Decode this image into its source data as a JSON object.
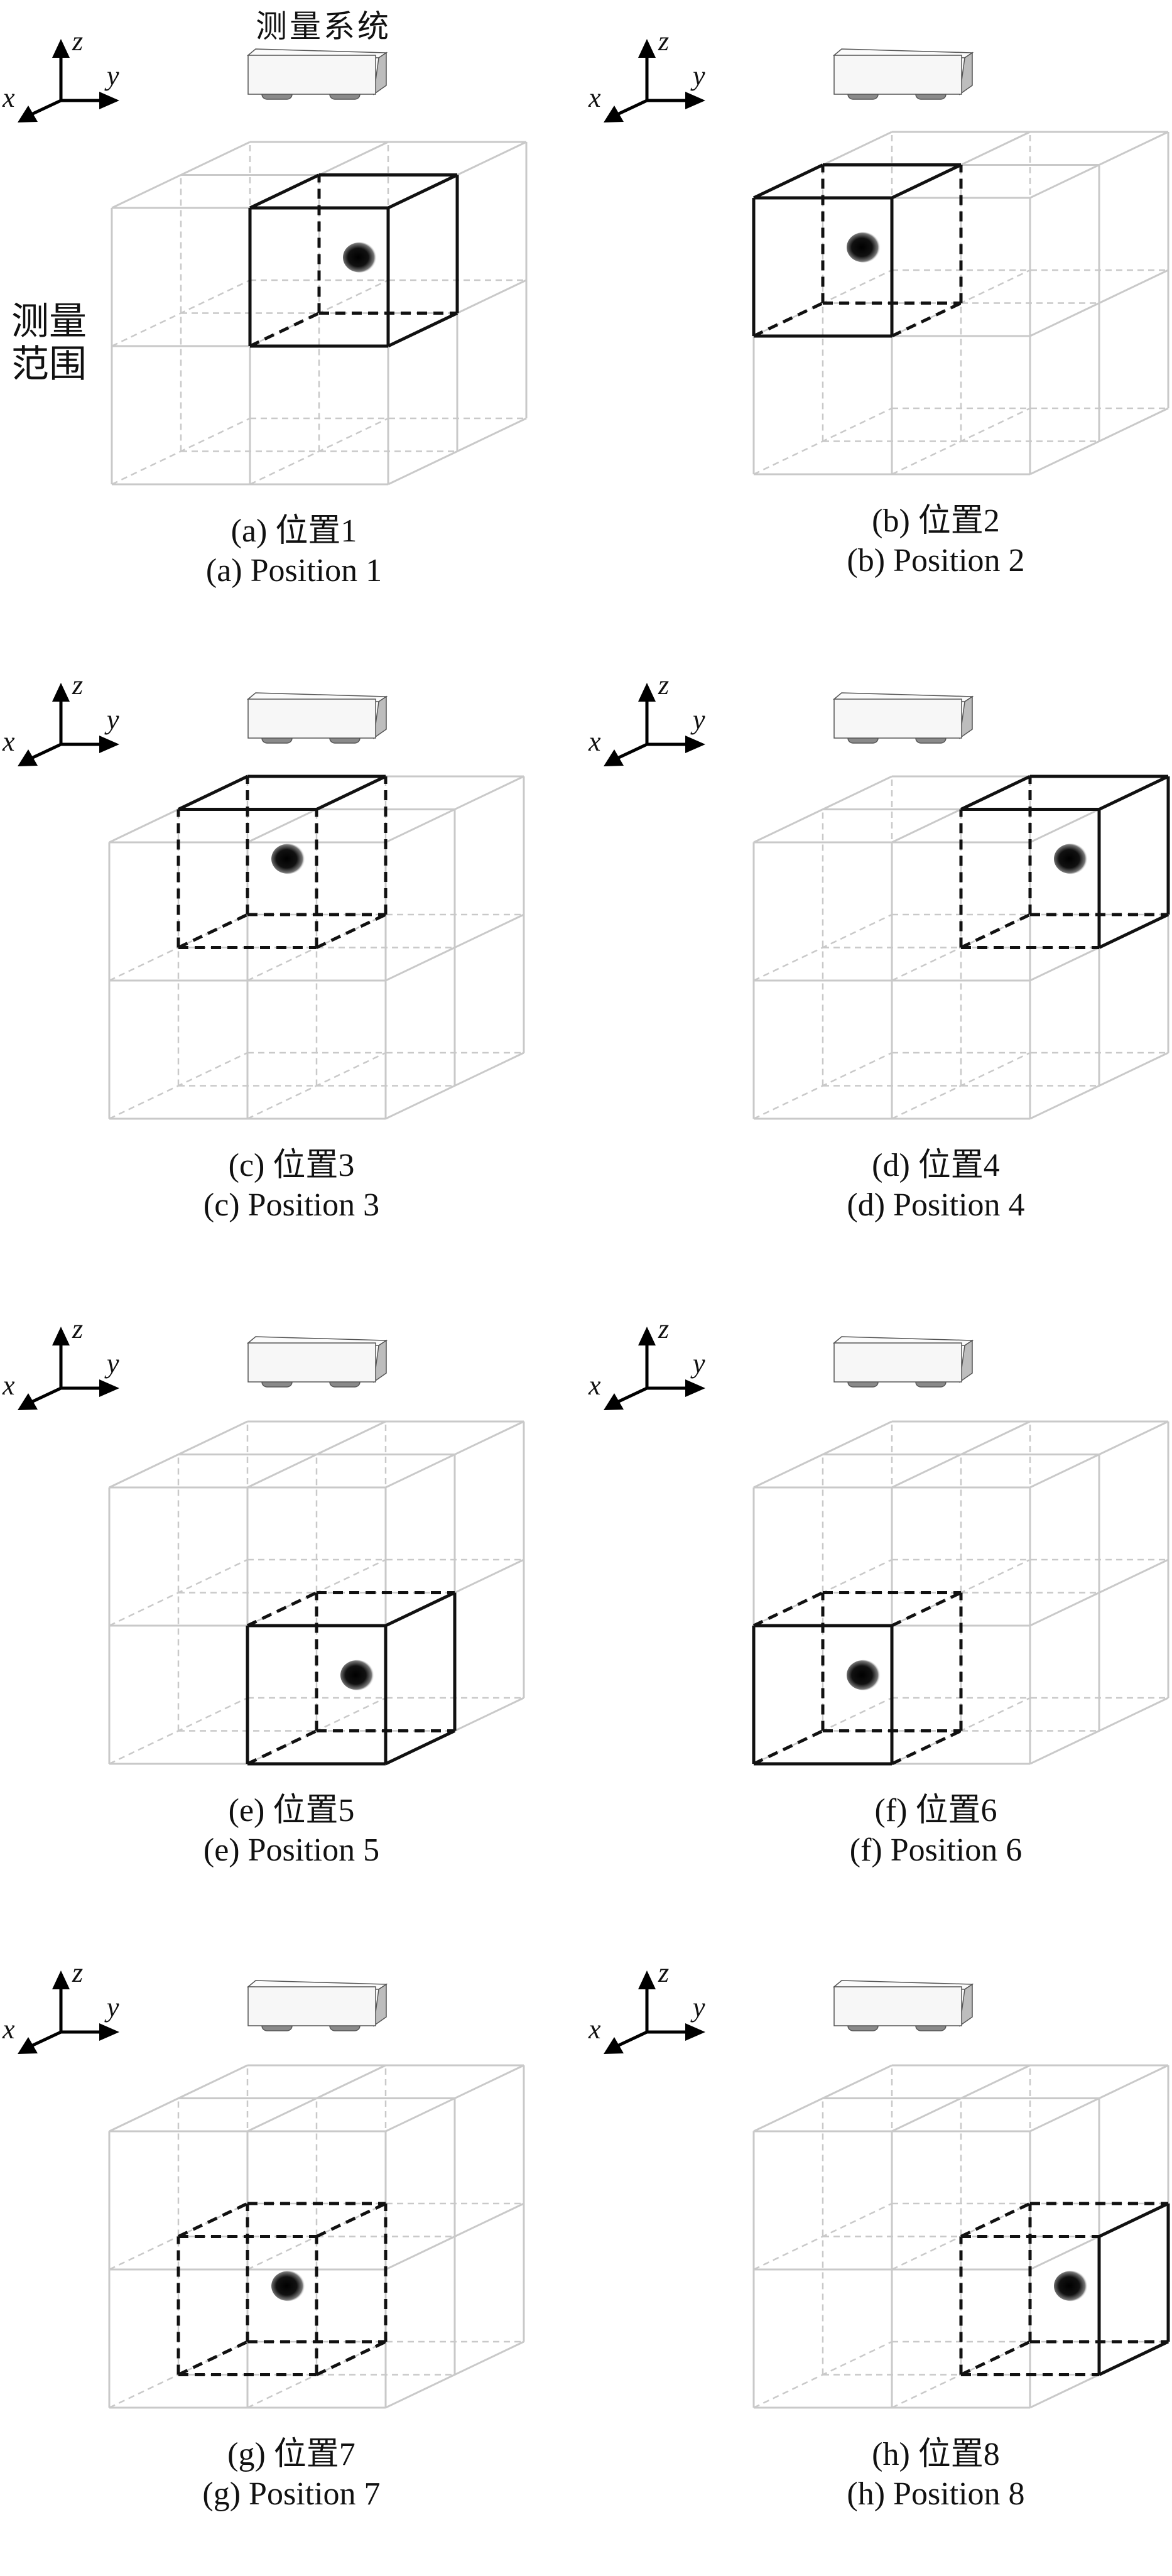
{
  "labels": {
    "system": "测量系统",
    "range_line1": "测量",
    "range_line2": "范围",
    "axis_x": "x",
    "axis_y": "y",
    "axis_z": "z"
  },
  "colors": {
    "grid": "#c9c9c9",
    "highlight": "#111111",
    "sensor_body": "#f7f7f7",
    "sensor_side": "#bdbdbd",
    "sensor_feet": "#8a8a8a"
  },
  "panels": [
    {
      "caption_cn": "(a) 位置1",
      "caption_en": "(a) Position 1",
      "highlight": {
        "y_half": "right",
        "z_half": "top",
        "x_half": "front"
      }
    },
    {
      "caption_cn": "(b) 位置2",
      "caption_en": "(b) Position 2",
      "highlight": {
        "y_half": "left",
        "z_half": "top",
        "x_half": "front"
      }
    },
    {
      "caption_cn": "(c) 位置3",
      "caption_en": "(c) Position 3",
      "highlight": {
        "y_half": "left",
        "z_half": "top",
        "x_half": "back"
      }
    },
    {
      "caption_cn": "(d) 位置4",
      "caption_en": "(d) Position 4",
      "highlight": {
        "y_half": "right",
        "z_half": "top",
        "x_half": "back"
      }
    },
    {
      "caption_cn": "(e) 位置5",
      "caption_en": "(e) Position 5",
      "highlight": {
        "y_half": "right",
        "z_half": "bottom",
        "x_half": "front"
      }
    },
    {
      "caption_cn": "(f) 位置6",
      "caption_en": "(f) Position 6",
      "highlight": {
        "y_half": "left",
        "z_half": "bottom",
        "x_half": "front"
      }
    },
    {
      "caption_cn": "(g) 位置7",
      "caption_en": "(g) Position 7",
      "highlight": {
        "y_half": "left",
        "z_half": "bottom",
        "x_half": "back"
      }
    },
    {
      "caption_cn": "(h) 位置8",
      "caption_en": "(h) Position 8",
      "highlight": {
        "y_half": "right",
        "z_half": "bottom",
        "x_half": "back"
      }
    }
  ]
}
